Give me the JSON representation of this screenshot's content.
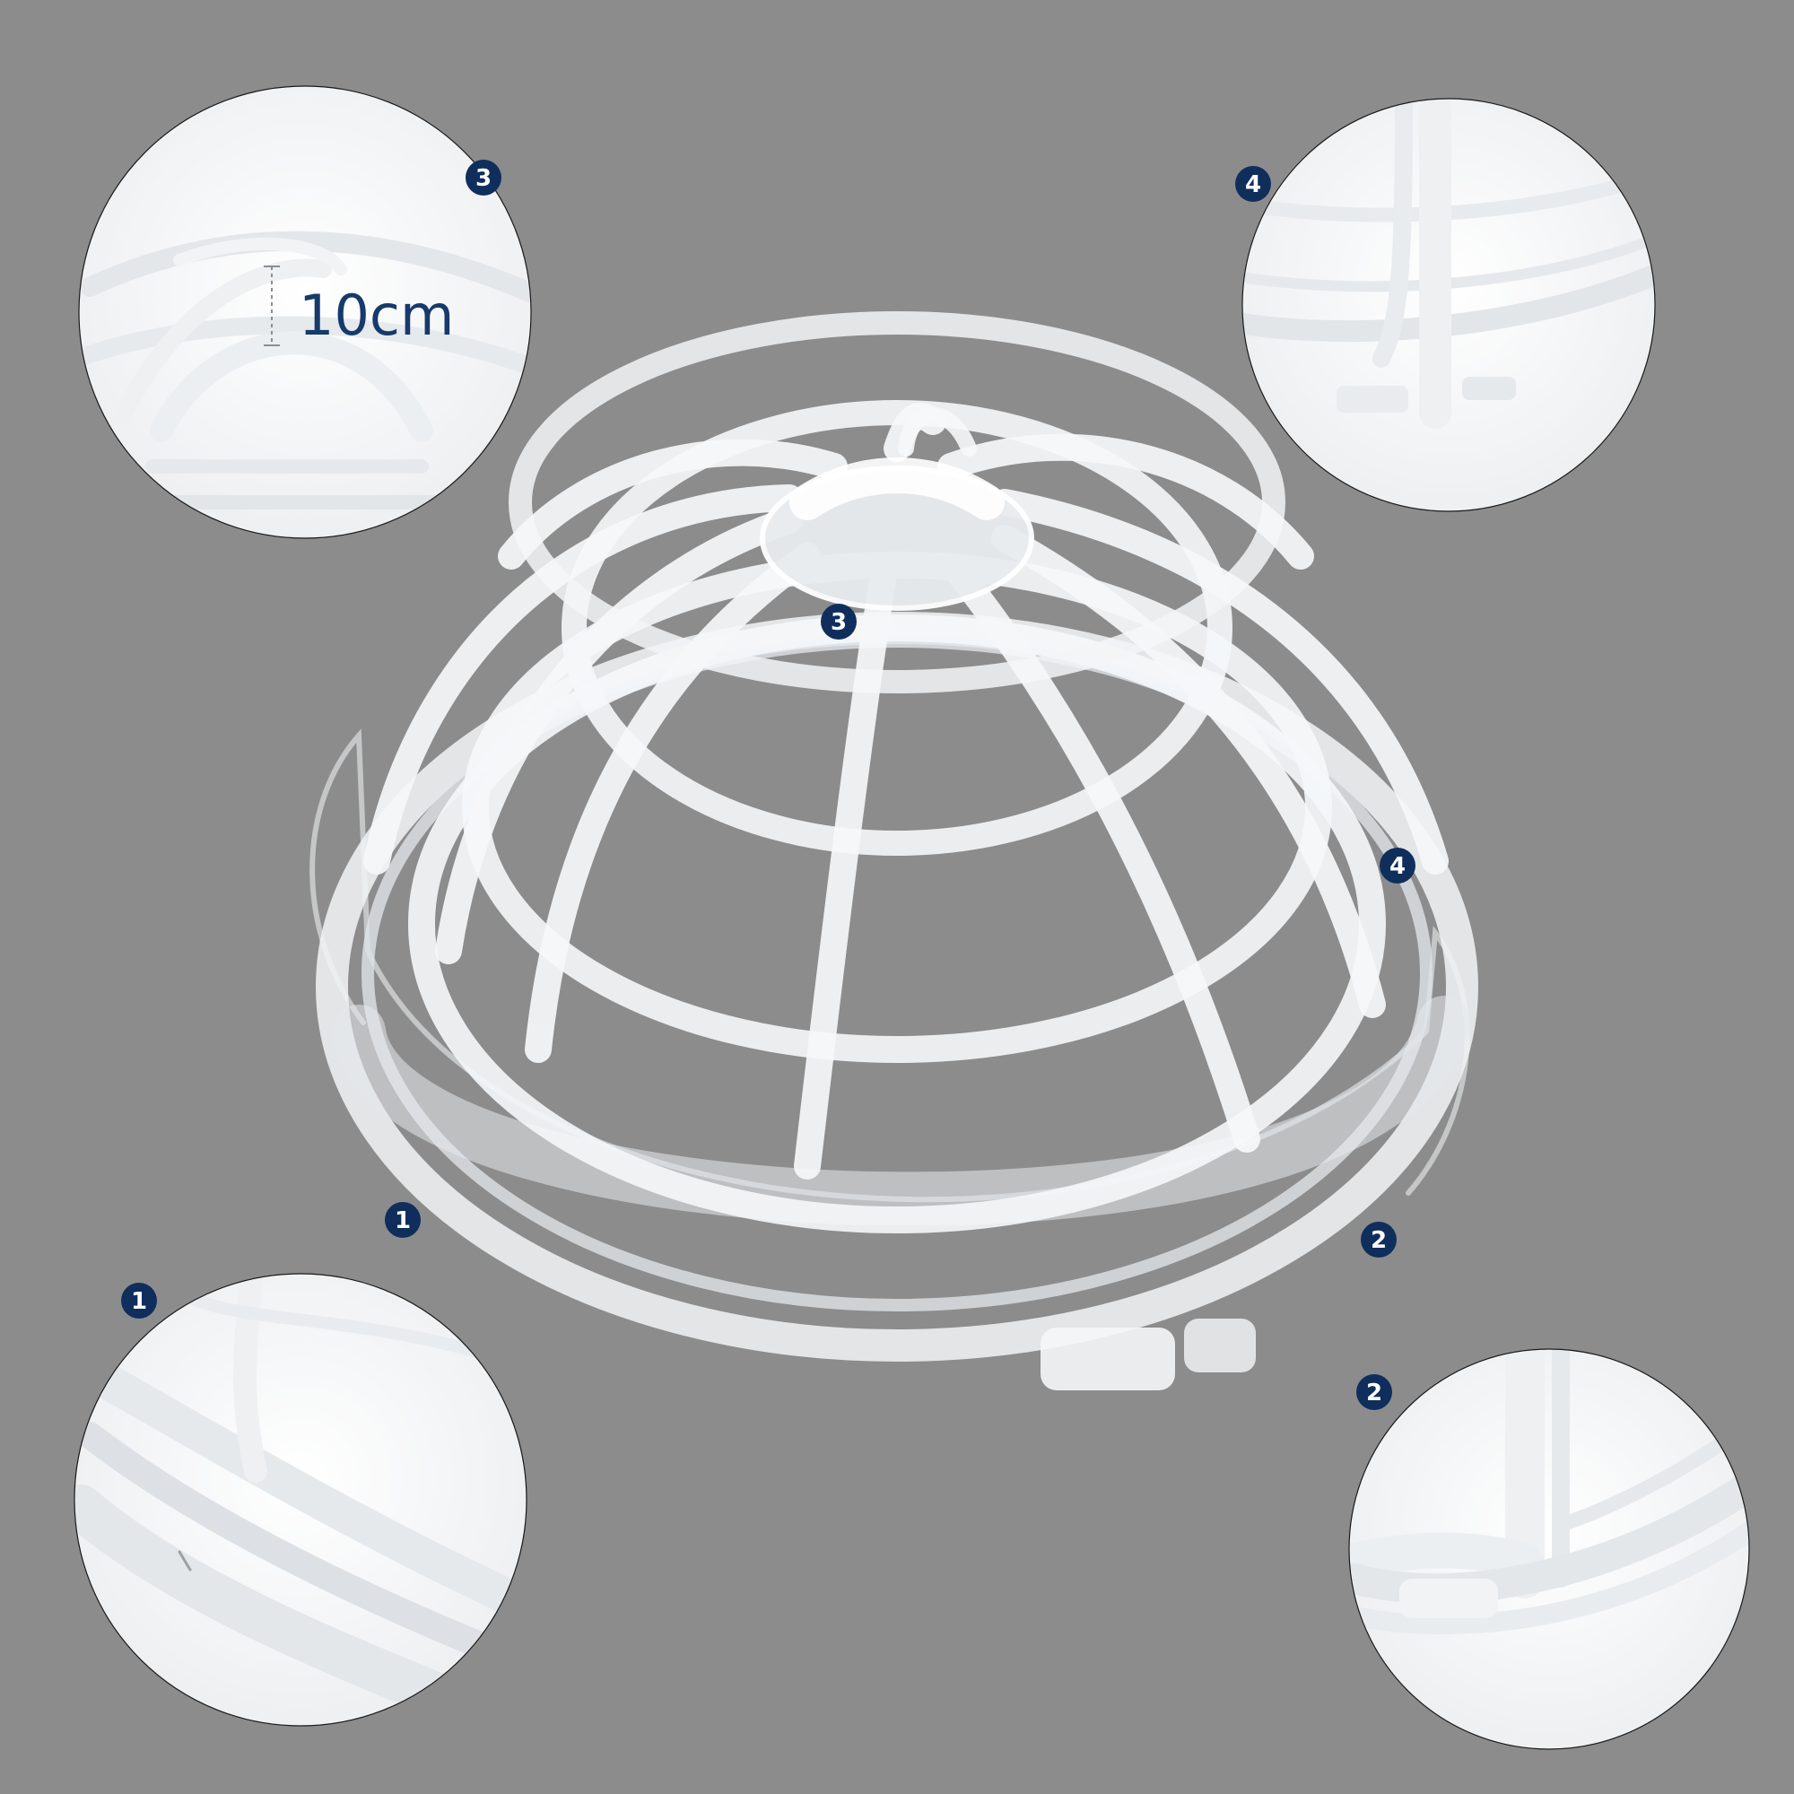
{
  "colors": {
    "background": "#8c8c8c",
    "badge_fill": "#0f2e5c",
    "badge_text": "#ffffff",
    "measure_text": "#163a6a",
    "cage": "#f4f6f8"
  },
  "measurement": {
    "label": "10cm"
  },
  "callouts": {
    "main": [
      {
        "number": "1"
      },
      {
        "number": "2"
      },
      {
        "number": "3"
      },
      {
        "number": "4"
      }
    ],
    "zoom": [
      {
        "number": "3"
      },
      {
        "number": "4"
      },
      {
        "number": "1"
      },
      {
        "number": "2"
      }
    ]
  }
}
